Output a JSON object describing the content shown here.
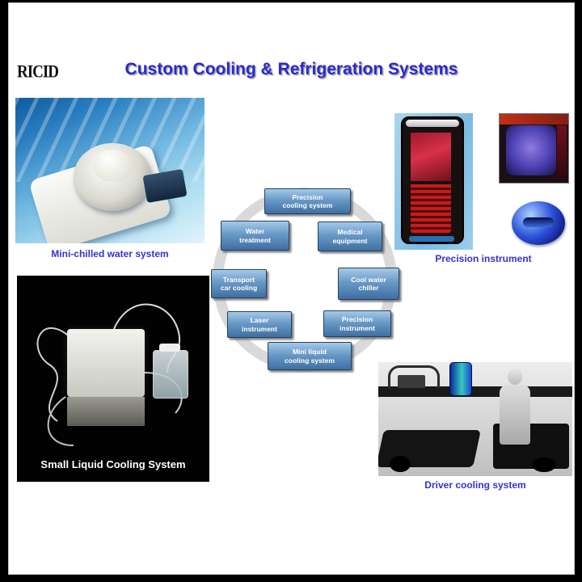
{
  "slide": {
    "logo_text": "RICID",
    "title": "Custom Cooling & Refrigeration Systems"
  },
  "photos": {
    "top_left": {
      "caption": "Mini-chilled water system"
    },
    "top_right": {
      "caption": "Precision instrument"
    },
    "bottom_left": {
      "caption": "Small Liquid Cooling System"
    },
    "bottom_right": {
      "caption": "Driver cooling system"
    }
  },
  "diagram": {
    "boxes": [
      {
        "position": "top",
        "label": "Precision\ncooling system"
      },
      {
        "position": "upper-left",
        "label": "Water\ntreatment"
      },
      {
        "position": "upper-right",
        "label": "Medical\nequipment"
      },
      {
        "position": "left",
        "label": "Transport\ncar cooling"
      },
      {
        "position": "right",
        "label": "Cool water\nchiller"
      },
      {
        "position": "lower-left",
        "label": "Laser\ninstrument"
      },
      {
        "position": "lower-right",
        "label": "Precision\ninstrument"
      },
      {
        "position": "bottom",
        "label": "Mini liquid\ncooling system"
      }
    ]
  },
  "colors": {
    "title_blue": "#2929cc",
    "caption_blue": "#3333cc",
    "box_gradient_top": "#a6c9e8",
    "box_gradient_bottom": "#3f6fa3",
    "ring_gray": "#d9d9d9",
    "frame_black": "#000000"
  }
}
